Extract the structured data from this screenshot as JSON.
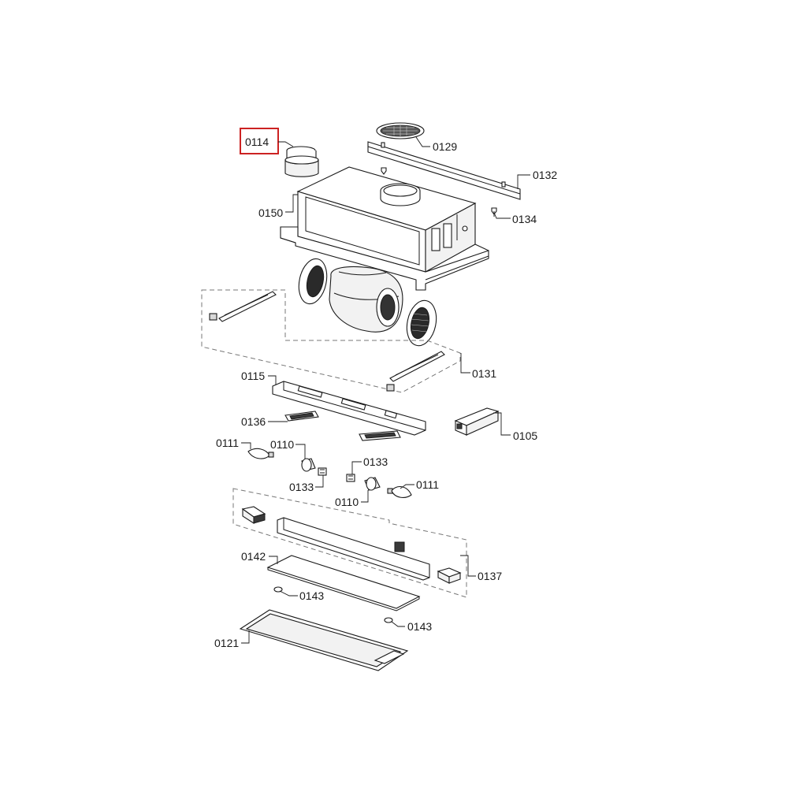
{
  "labels": {
    "p0114": "0114",
    "p0129": "0129",
    "p0132": "0132",
    "p0134": "0134",
    "p0150": "0150",
    "p0131": "0131",
    "p0115": "0115",
    "p0136": "0136",
    "p0105": "0105",
    "p0111a": "0111",
    "p0110a": "0110",
    "p0133a": "0133",
    "p0133b": "0133",
    "p0110b": "0110",
    "p0111b": "0111",
    "p0142": "0142",
    "p0137": "0137",
    "p0143a": "0143",
    "p0143b": "0143",
    "p0121": "0121"
  },
  "highlight": {
    "part": "0114",
    "color": "#cc2222"
  }
}
